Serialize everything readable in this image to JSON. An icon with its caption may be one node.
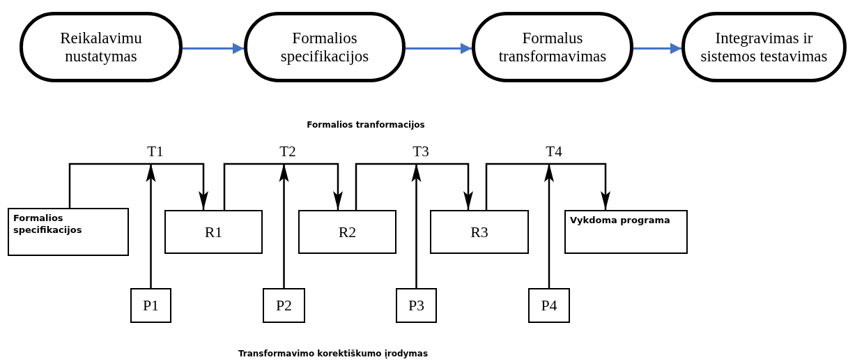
{
  "diagram": {
    "nodes": [
      {
        "text": [
          "Reikalavimu nustatymas"
        ]
      },
      {
        "text": [
          "Formalios specifikacijos"
        ]
      },
      {
        "text": [
          "Formalus transformavimas"
        ]
      },
      {
        "text": [
          "Integravimas ir sistemos testavimas"
        ]
      },
      {
        "text": [
          "T1"
        ]
      },
      {
        "text": [
          "T2"
        ]
      },
      {
        "text": [
          "T3"
        ]
      },
      {
        "text": [
          "T4"
        ]
      },
      {
        "text": [
          "Formalios specifikacijos"
        ]
      },
      {
        "text": [
          "R1"
        ]
      },
      {
        "text": [
          "R2"
        ]
      },
      {
        "text": [
          "R3"
        ]
      },
      {
        "text": [
          "Vykdoma programa"
        ]
      },
      {
        "text": [
          "P1"
        ]
      },
      {
        "text": [
          "P2"
        ]
      },
      {
        "text": [
          "P3"
        ]
      },
      {
        "text": [
          "P4"
        ]
      }
    ],
    "edges": [
      {
        "from": 0,
        "to": 1,
        "arrow": "to",
        "color": "#4472c4"
      },
      {
        "from": 1,
        "to": 2,
        "arrow": "to",
        "color": "#4472c4"
      },
      {
        "from": 2,
        "to": 3,
        "arrow": "to",
        "color": "#4472c4"
      },
      {
        "from": 8,
        "to": 9,
        "arrow": "to"
      },
      {
        "from": 13,
        "to": 4,
        "arrow": "to"
      },
      {
        "from": 9,
        "to": 10,
        "arrow": "to"
      },
      {
        "from": 14,
        "to": 5,
        "arrow": "to"
      },
      {
        "from": 10,
        "to": 11,
        "arrow": "to"
      },
      {
        "from": 15,
        "to": 6,
        "arrow": "to"
      },
      {
        "from": 11,
        "to": 12,
        "arrow": "to"
      },
      {
        "from": 16,
        "to": 7,
        "arrow": "to"
      }
    ],
    "labels": [
      "Formalios tranformacijos",
      "Transformavimo korektiškumo įrodymas"
    ]
  }
}
